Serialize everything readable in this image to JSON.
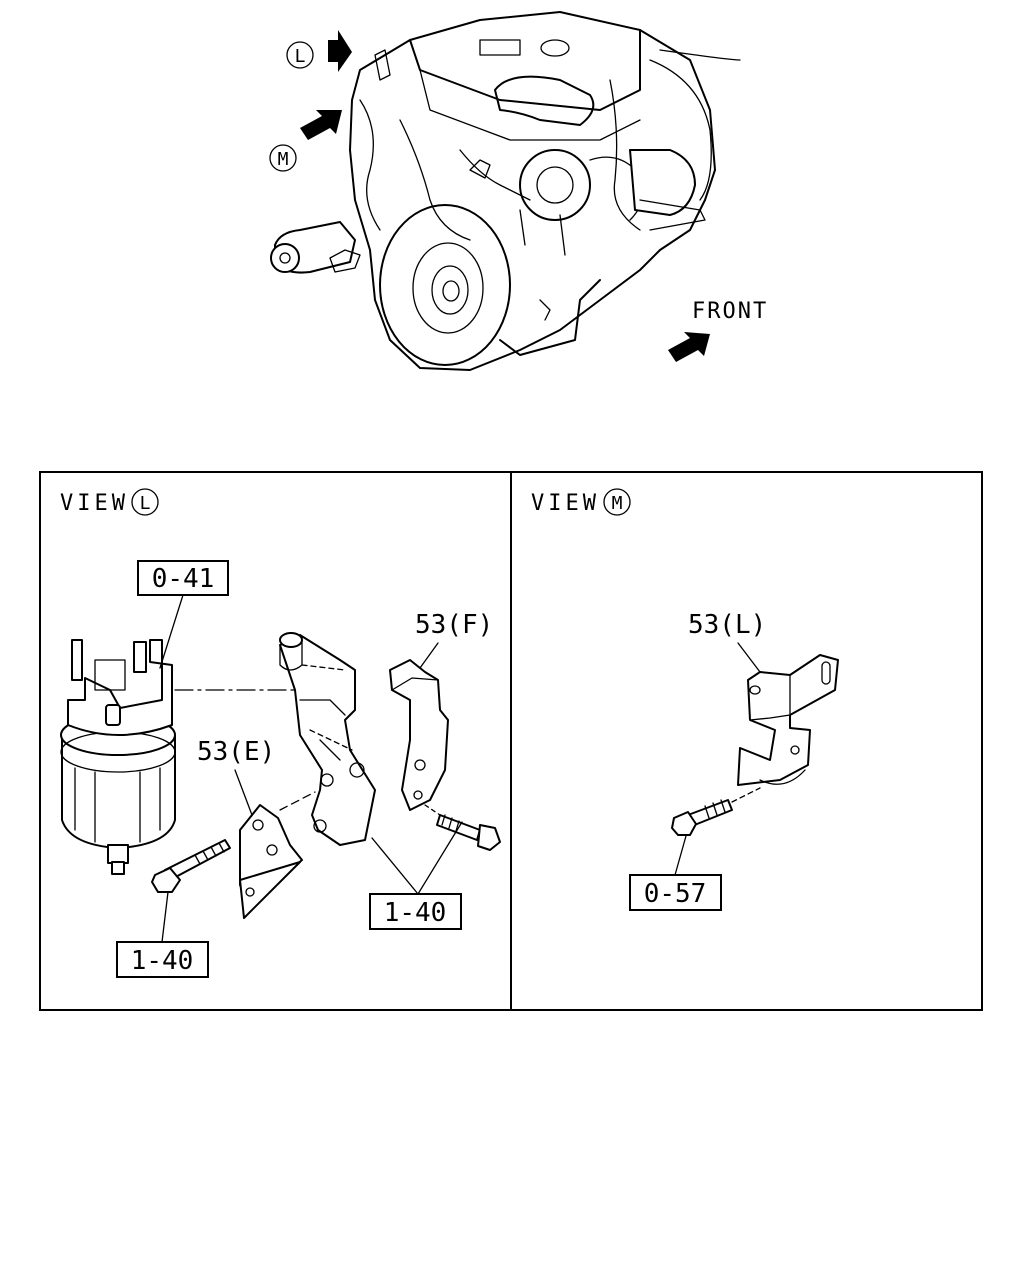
{
  "overview": {
    "front_label": "FRONT",
    "callouts": [
      {
        "letter": "L",
        "arrow": "right"
      },
      {
        "letter": "M",
        "arrow": "upper-right"
      }
    ]
  },
  "view_l": {
    "title_prefix": "VIEW",
    "title_letter": "L",
    "parts": {
      "filter": "0-41",
      "bracket_f": "53(F)",
      "bracket_e": "53(E)",
      "bolt_right": "1-40",
      "bolt_left": "1-40"
    }
  },
  "view_m": {
    "title_prefix": "VIEW",
    "title_letter": "M",
    "parts": {
      "bracket_l": "53(L)",
      "bolt": "0-57"
    }
  }
}
